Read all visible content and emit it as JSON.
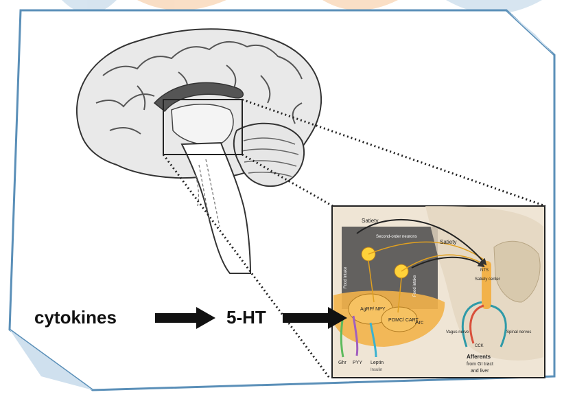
{
  "flow": {
    "cytokines": "cytokines",
    "serotonin": "5-HT"
  },
  "inset": {
    "satiety_top": "Satiety",
    "satiety_right": "Satiety",
    "second_order_neurons": "Second-order neurons",
    "food_intake_left": "Food intake",
    "food_intake_right": "Food intake",
    "agrp_npy": "AgRP/ NPY",
    "pomc_cart": "POMC/ CART",
    "arc": "Arc",
    "nts": "NTS",
    "satiety_center": "Satiety center",
    "vagus_nerve": "Vagus nerve",
    "spinal_nerves": "Spinal nerves",
    "cck": "CCK",
    "afferents_line1": "Afferents",
    "afferents_line2": "from GI tract",
    "afferents_line3": "and liver",
    "ghr": "Ghr",
    "pyy": "PYY",
    "leptin": "Leptin",
    "insulin": "Insulin"
  },
  "colors": {
    "frame_blue": "#5a8fb8",
    "watermark_orange": "#f6c9a0",
    "arc_orange": "#f2b24a",
    "ghrelin_green": "#5dbb5d",
    "pyy_purple": "#a15fbf",
    "leptin_cyan": "#3bb2d0",
    "cck_red": "#d9503b",
    "vagus_teal": "#2e9aa8"
  }
}
